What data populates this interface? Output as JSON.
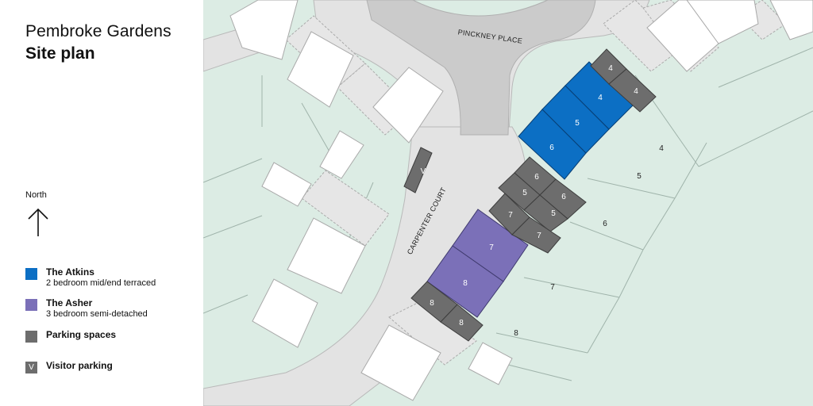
{
  "header": {
    "development": "Pembroke Gardens",
    "title": "Site plan"
  },
  "north": {
    "label": "North"
  },
  "legend": {
    "atkins": {
      "name": "The Atkins",
      "desc": "2 bedroom mid/end terraced",
      "color": "#0c6fc4"
    },
    "asher": {
      "name": "The Asher",
      "desc": "3 bedroom semi-detached",
      "color": "#7b70b8"
    },
    "parking": {
      "name": "Parking spaces",
      "color": "#6d6d6d"
    },
    "visitor": {
      "name": "Visitor parking",
      "symbol": "V"
    }
  },
  "streets": {
    "pinckney": "PINCKNEY PLACE",
    "carpenter": "CARPENTER COURT"
  },
  "plots": {
    "atkins": [
      "4",
      "5",
      "6"
    ],
    "asher": [
      "7",
      "8"
    ],
    "parking": [
      "4",
      "4",
      "6",
      "6",
      "5",
      "5",
      "7",
      "7",
      "8",
      "8"
    ],
    "gardens": [
      "4",
      "5",
      "6",
      "7",
      "8"
    ],
    "visitor": "V"
  }
}
